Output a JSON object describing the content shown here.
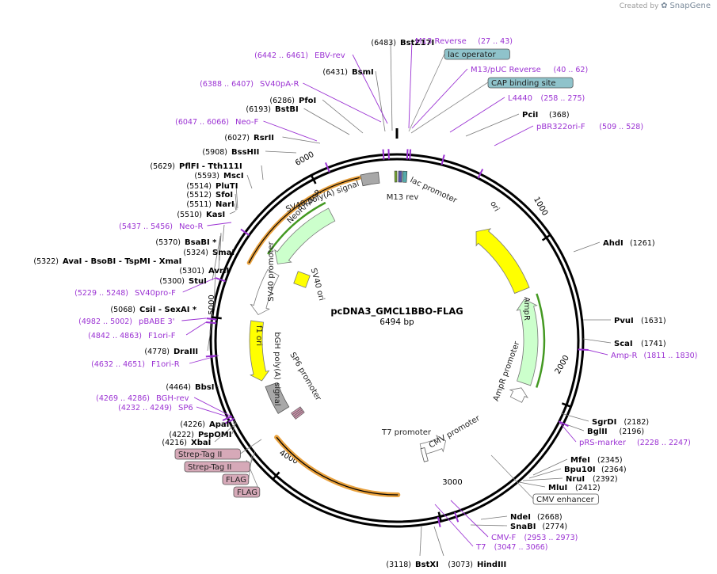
{
  "watermark": {
    "prefix": "Created by",
    "brand": "SnapGene"
  },
  "plasmid": {
    "name": "pcDNA3_GMCL1BBO-FLAG",
    "length_label": "6494 bp",
    "length": 6494
  },
  "ticks": [
    "1000",
    "2000",
    "3000",
    "4000",
    "5000",
    "6000"
  ],
  "sites": [
    {
      "name": "BstZ17I",
      "pos": "(6483)"
    },
    {
      "name": "BsmI",
      "pos": "(6431)"
    },
    {
      "name": "PfoI",
      "pos": "(6286)"
    },
    {
      "name": "BstBI",
      "pos": "(6193)"
    },
    {
      "name": "RsrII",
      "pos": "(6027)"
    },
    {
      "name": "BssHII",
      "pos": "(5908)"
    },
    {
      "name": "PflFI  - Tth111I",
      "pos": "(5629)"
    },
    {
      "name": "MscI",
      "pos": "(5593)"
    },
    {
      "name": "PluTI",
      "pos": "(5514)"
    },
    {
      "name": "SfoI",
      "pos": "(5512)"
    },
    {
      "name": "NarI",
      "pos": "(5511)"
    },
    {
      "name": "KasI",
      "pos": "(5510)"
    },
    {
      "name": "BsaBI *",
      "pos": "(5370)"
    },
    {
      "name": "SmaI",
      "pos": "(5324)"
    },
    {
      "name": "AvaI  - BsoBI  - TspMI  - XmaI",
      "pos": "(5322)"
    },
    {
      "name": "AvrII",
      "pos": "(5301)"
    },
    {
      "name": "StuI",
      "pos": "(5300)"
    },
    {
      "name": "CsiI  - SexAI *",
      "pos": "(5068)"
    },
    {
      "name": "DraIII",
      "pos": "(4778)"
    },
    {
      "name": "BbsI",
      "pos": "(4464)"
    },
    {
      "name": "ApaI",
      "pos": "(4226)"
    },
    {
      "name": "PspOMI",
      "pos": "(4222)"
    },
    {
      "name": "XbaI",
      "pos": "(4216)"
    },
    {
      "name": "BstXI",
      "pos": "(3118)"
    },
    {
      "name": "HindIII",
      "pos": "(3073)"
    },
    {
      "name": "SnaBI",
      "pos": "(2774)"
    },
    {
      "name": "NdeI",
      "pos": "(2668)"
    },
    {
      "name": "MluI",
      "pos": "(2412)"
    },
    {
      "name": "NruI",
      "pos": "(2392)"
    },
    {
      "name": "Bpu10I",
      "pos": "(2364)"
    },
    {
      "name": "MfeI",
      "pos": "(2345)"
    },
    {
      "name": "BglII",
      "pos": "(2196)"
    },
    {
      "name": "SgrDI",
      "pos": "(2182)"
    },
    {
      "name": "ScaI",
      "pos": "(1741)"
    },
    {
      "name": "PvuI",
      "pos": "(1631)"
    },
    {
      "name": "AhdI",
      "pos": "(1261)"
    },
    {
      "name": "PciI",
      "pos": "(368)"
    }
  ],
  "primers": [
    {
      "name": "M13 Reverse",
      "pos": "(27 .. 43)"
    },
    {
      "name": "EBV-rev",
      "pos": "(6442 .. 6461)"
    },
    {
      "name": "M13/pUC Reverse",
      "pos": "(40 .. 62)"
    },
    {
      "name": "SV40pA-R",
      "pos": "(6388 .. 6407)"
    },
    {
      "name": "L4440",
      "pos": "(258 .. 275)"
    },
    {
      "name": "Neo-F",
      "pos": "(6047 .. 6066)"
    },
    {
      "name": "pBR322ori-F",
      "pos": "(509 .. 528)"
    },
    {
      "name": "Neo-R",
      "pos": "(5437 .. 5456)"
    },
    {
      "name": "SV40pro-F",
      "pos": "(5229 .. 5248)"
    },
    {
      "name": "pBABE 3'",
      "pos": "(4982 .. 5002)"
    },
    {
      "name": "F1ori-F",
      "pos": "(4842 .. 4863)"
    },
    {
      "name": "F1ori-R",
      "pos": "(4632 .. 4651)"
    },
    {
      "name": "Amp-R",
      "pos": "(1811 .. 1830)"
    },
    {
      "name": "BGH-rev",
      "pos": "(4269 .. 4286)"
    },
    {
      "name": "SP6",
      "pos": "(4232 .. 4249)"
    },
    {
      "name": "pRS-marker",
      "pos": "(2228 .. 2247)"
    },
    {
      "name": "CMV-F",
      "pos": "(2953 .. 2973)"
    },
    {
      "name": "T7",
      "pos": "(3047 .. 3066)"
    }
  ],
  "feature_boxes": [
    {
      "label": "lac operator",
      "fill": "#8fc3cb"
    },
    {
      "label": "CAP binding site",
      "fill": "#8fc3cb"
    },
    {
      "label": "Strep-Tag II",
      "fill": "#d6a9b8"
    },
    {
      "label": "Strep-Tag II",
      "fill": "#d6a9b8"
    },
    {
      "label": "FLAG",
      "fill": "#d6a9b8"
    },
    {
      "label": "FLAG",
      "fill": "#d6a9b8"
    },
    {
      "label": "CMV enhancer",
      "fill": "#ffffff"
    }
  ],
  "features": [
    {
      "label": "ori"
    },
    {
      "label": "AmpR"
    },
    {
      "label": "AmpR promoter"
    },
    {
      "label": "CMV promoter"
    },
    {
      "label": "T7 promoter"
    },
    {
      "label": "SP6 promoter"
    },
    {
      "label": "bGH poly(A) signal"
    },
    {
      "label": "f1 ori"
    },
    {
      "label": "SV40 promoter"
    },
    {
      "label": "SV40 ori"
    },
    {
      "label": "NeoR/KanR"
    },
    {
      "label": "SV40 poly(A) signal"
    },
    {
      "label": "lac promoter"
    },
    {
      "label": "M13 rev"
    }
  ],
  "colors": {
    "ori": "#ffff00",
    "amp": "#ccffcc",
    "neo": "#ccffcc",
    "primer": "#9b32d3",
    "orf_stroke": "#449922",
    "insert_stroke": "#e8a03c",
    "grey_feature": "#a8a8a8",
    "tag": "#c890a8"
  }
}
